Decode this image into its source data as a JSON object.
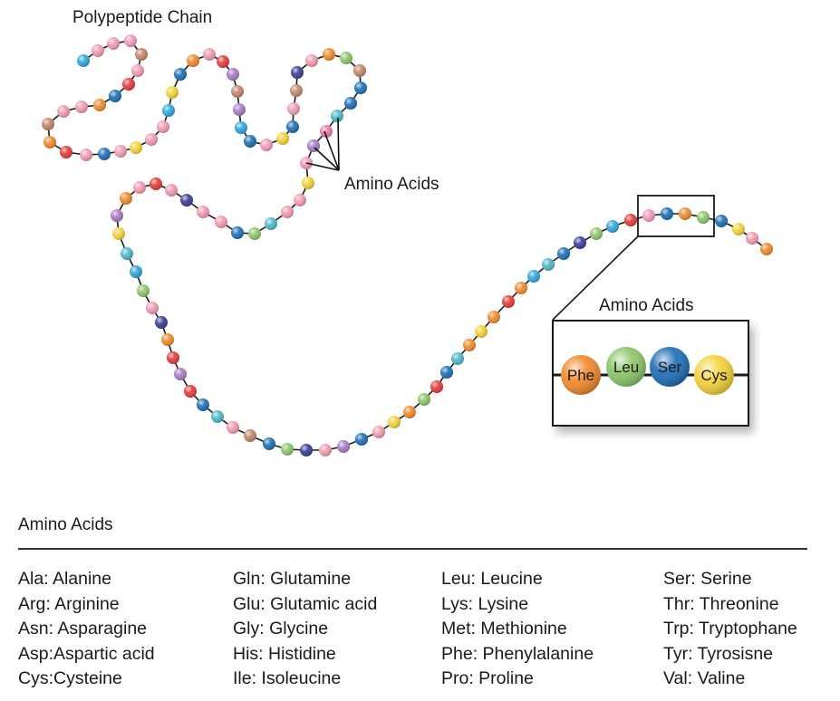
{
  "title": "Polypeptide Chain",
  "pointer_label": "Amino Acids",
  "inset": {
    "title": "Amino Acids",
    "residues": [
      {
        "abbr": "Phe",
        "color": "#ef8a2c"
      },
      {
        "abbr": "Leu",
        "color": "#8cc66a"
      },
      {
        "abbr": "Ser",
        "color": "#1e6fb5"
      },
      {
        "abbr": "Cys",
        "color": "#f4d23a"
      }
    ]
  },
  "legend": {
    "title": "Amino Acids",
    "columns": [
      [
        "Ala: Alanine",
        "Arg: Arginine",
        "Asn: Asparagine",
        "Asp:Aspartic acid",
        "Cys:Cysteine"
      ],
      [
        "Gln: Glutamine",
        "Glu: Glutamic acid",
        "Gly: Glycine",
        "His: Histidine",
        "Ile: Isoleucine"
      ],
      [
        "Leu: Leucine",
        "Lys: Lysine",
        "Met: Methionine",
        "Phe: Phenylalanine",
        "Pro: Proline"
      ],
      [
        "Ser: Serine",
        "Thr: Threonine",
        "Trp: Tryptophane",
        "Tyr: Tyrosisne",
        "Val: Valine"
      ]
    ]
  },
  "bead_colors": [
    "#e63b3b",
    "#f29bb0",
    "#ef8a2c",
    "#f4d23a",
    "#8cc66a",
    "#2fa6dc",
    "#1e6fb5",
    "#3b3e96",
    "#a77bc4",
    "#c2866b",
    "#4fb8c8",
    "#e97aa4"
  ]
}
